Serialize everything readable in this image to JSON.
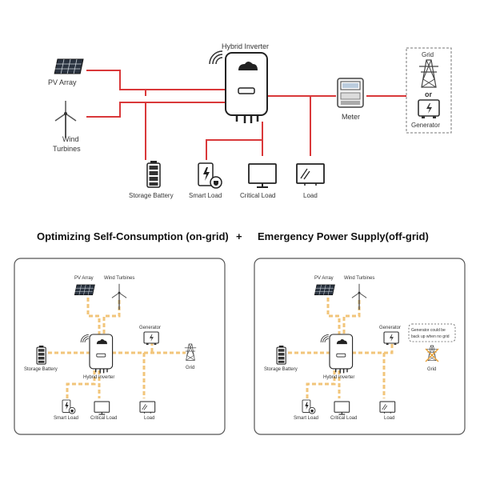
{
  "top": {
    "inverter": "Hybrid Inverter",
    "pv": "PV Array",
    "wind_line1": "Wind",
    "wind_line2": "Turbines",
    "battery": "Storage Battery",
    "smart_load": "Smart Load",
    "critical_load": "Critical Load",
    "load": "Load",
    "meter": "Meter",
    "grid": "Grid",
    "or": "or",
    "generator": "Generator"
  },
  "headline": {
    "left": "Optimizing Self-Consumption (on-grid)",
    "plus": "+",
    "right": "Emergency Power Supply(off-grid)"
  },
  "panel_left": {
    "pv": "PV Array",
    "wind": "Wind Turbines",
    "generator": "Generator",
    "battery": "Storage Battery",
    "inverter": "Hybrid Inverter",
    "grid": "Grid",
    "smart_load": "Smart Load",
    "critical_load": "Critical Load",
    "load": "Load"
  },
  "panel_right": {
    "pv": "PV Array",
    "wind": "Wind Turbines",
    "generator": "Generator",
    "note_line1": "Generator could be",
    "note_line2": "back up when no grid",
    "battery": "Storage Battery",
    "inverter": "Hybrid Inverter",
    "grid": "Grid",
    "smart_load": "Smart Load",
    "critical_load": "Critical Load",
    "load": "Load"
  },
  "colors": {
    "line": "#d9383a",
    "flow": "#f2c57a",
    "icon": "#333333",
    "accent": "#e8a33c"
  },
  "icons": {
    "wifi": "wifi-icon",
    "solar": "solar-panel-icon",
    "wind": "wind-turbine-icon",
    "battery": "battery-icon",
    "meter": "meter-icon",
    "tower": "power-tower-icon",
    "generator": "generator-icon",
    "tv": "tv-icon",
    "monitor": "monitor-icon",
    "smart": "smart-load-icon"
  }
}
